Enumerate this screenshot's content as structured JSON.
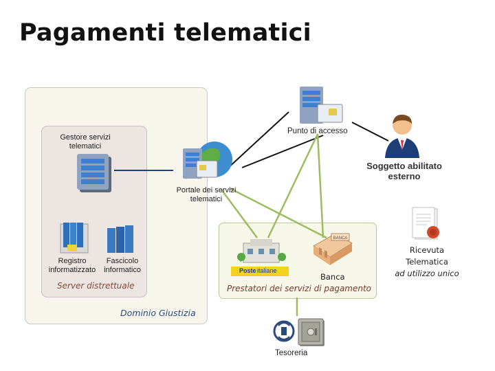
{
  "title": "Pagamenti telematici",
  "dominio": {
    "label": "Dominio Giustizia"
  },
  "server": {
    "gestore_label": "Gestore servizi telematici",
    "distrettuale_label": "Server distrettuale",
    "registro_label": "Registro informatizzato",
    "fascicolo_label": "Fascicolo informatico"
  },
  "portale": {
    "label": "Portale dei servizi telematici"
  },
  "punto_accesso": {
    "label": "Punto di accesso"
  },
  "soggetto": {
    "label": "Soggetto abilitato esterno"
  },
  "prestatori": {
    "label": "Prestatori dei servizi di pagamento",
    "poste_label": "Poste",
    "poste_suffix": "italiane",
    "banca_label": "Banca",
    "banca_sign": "BANCA"
  },
  "ricevuta": {
    "line1": "Ricevuta",
    "line2": "Telematica",
    "line3": "ad utilizzo unico"
  },
  "tesoreria": {
    "label": "Tesoreria"
  },
  "colors": {
    "green_line": "#9dbb61",
    "black_line": "#111111",
    "blue_line": "#1f3f7a",
    "poste_yellow": "#f3d21c",
    "accent": "#d24a2a"
  },
  "icons": [
    "server-icon",
    "globe-server-icon",
    "person-icon",
    "document-seal-icon",
    "safe-icon",
    "bank-icon",
    "post-office-icon",
    "binder-icon"
  ]
}
